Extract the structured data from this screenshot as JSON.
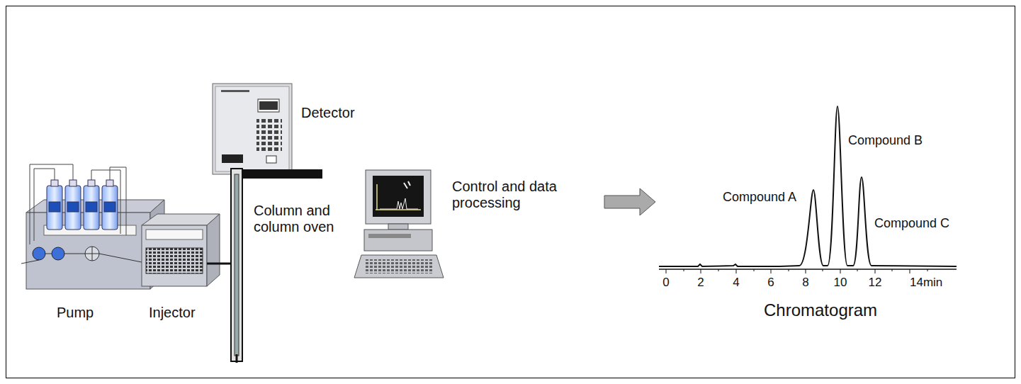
{
  "diagram": {
    "labels": [
      "Detector",
      "Column and column oven",
      "Control and data processing",
      "Pump",
      "Injector",
      "Compound A",
      "Compound B",
      "Compound C",
      "0",
      "2",
      "4",
      "6",
      "8",
      "10",
      "12",
      "14min",
      "Chromatogram"
    ]
  }
}
